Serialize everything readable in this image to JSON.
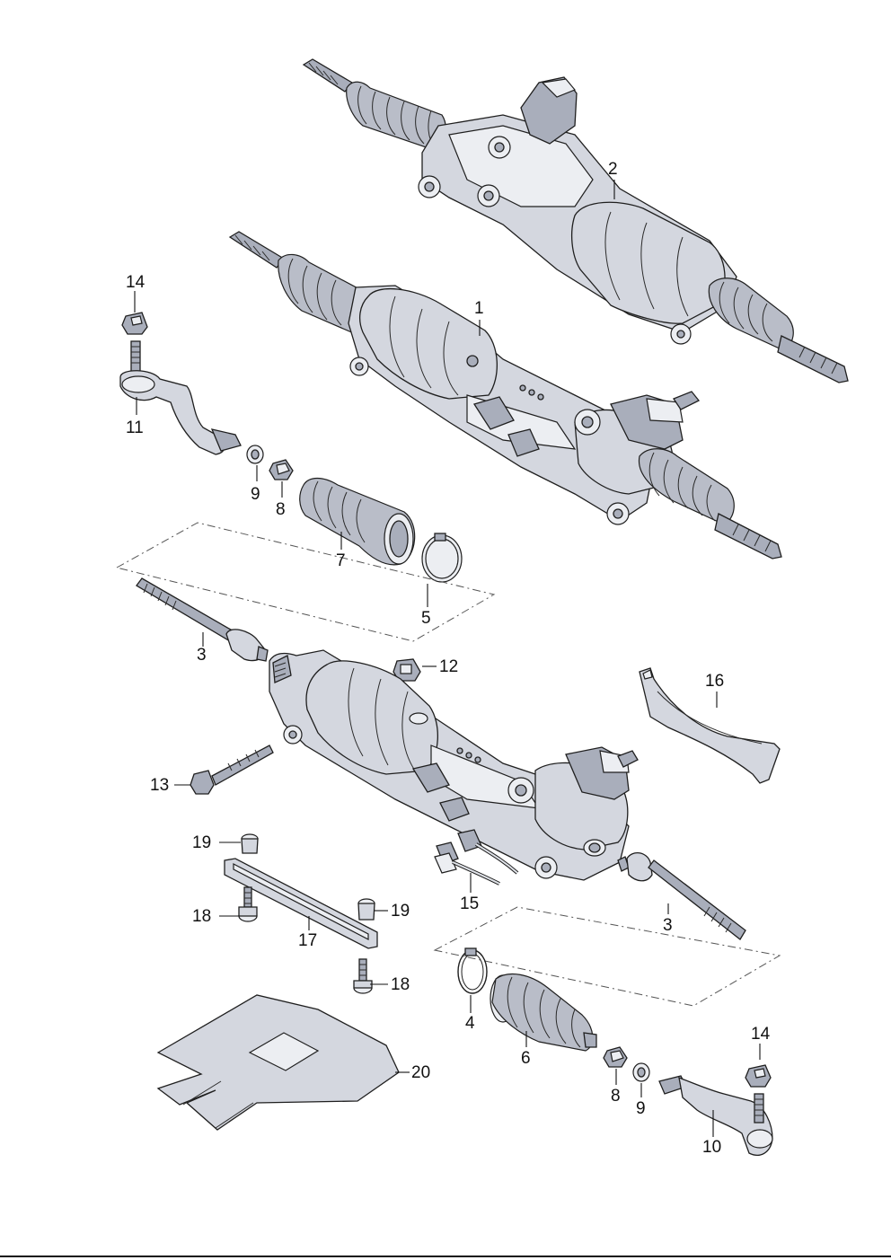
{
  "callouts": [
    {
      "id": "c2",
      "label": "2"
    },
    {
      "id": "c1",
      "label": "1"
    },
    {
      "id": "c14a",
      "label": "14"
    },
    {
      "id": "c11",
      "label": "11"
    },
    {
      "id": "c9a",
      "label": "9"
    },
    {
      "id": "c8a",
      "label": "8"
    },
    {
      "id": "c7",
      "label": "7"
    },
    {
      "id": "c5",
      "label": "5"
    },
    {
      "id": "c3a",
      "label": "3"
    },
    {
      "id": "c12",
      "label": "12"
    },
    {
      "id": "c16",
      "label": "16"
    },
    {
      "id": "c13",
      "label": "13"
    },
    {
      "id": "c19a",
      "label": "19"
    },
    {
      "id": "c15",
      "label": "15"
    },
    {
      "id": "c3b",
      "label": "3"
    },
    {
      "id": "c18a",
      "label": "18"
    },
    {
      "id": "c19b",
      "label": "19"
    },
    {
      "id": "c17",
      "label": "17"
    },
    {
      "id": "c18b",
      "label": "18"
    },
    {
      "id": "c4",
      "label": "4"
    },
    {
      "id": "c6",
      "label": "6"
    },
    {
      "id": "c14b",
      "label": "14"
    },
    {
      "id": "c20",
      "label": "20"
    },
    {
      "id": "c8b",
      "label": "8"
    },
    {
      "id": "c9b",
      "label": "9"
    },
    {
      "id": "c10",
      "label": "10"
    }
  ]
}
